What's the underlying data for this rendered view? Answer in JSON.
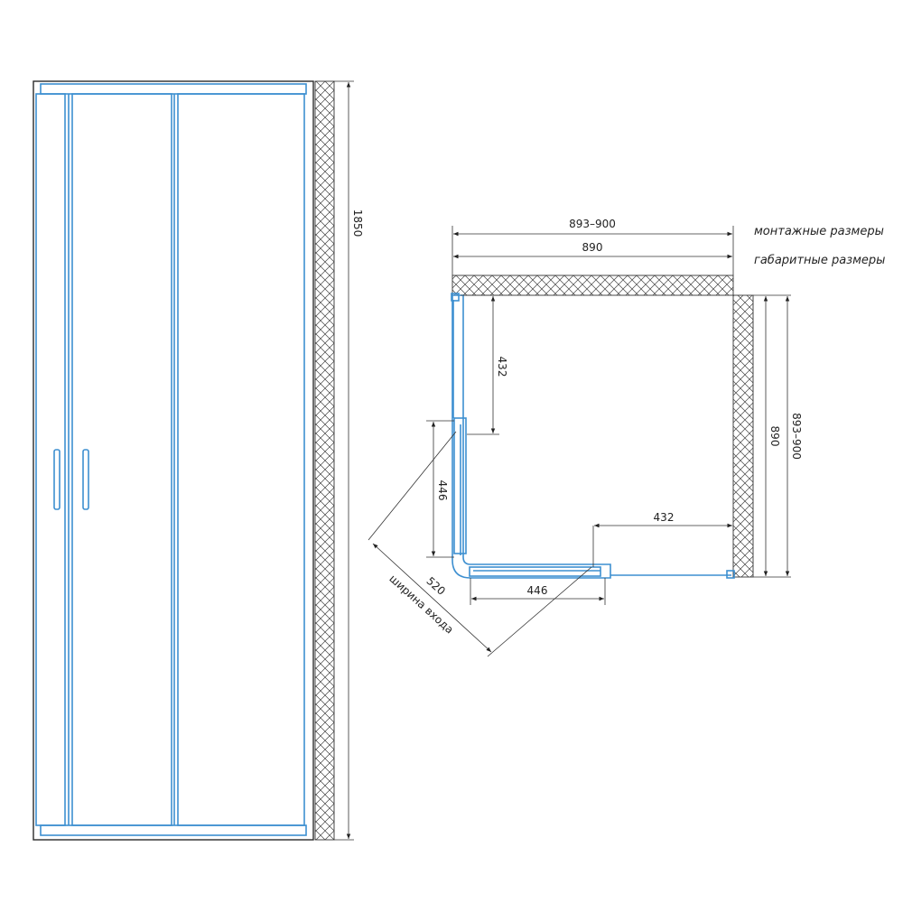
{
  "front_view": {
    "height_label": "1850"
  },
  "plan_view": {
    "top_dims": {
      "mounting": "893–900",
      "overall": "890"
    },
    "right_dims": {
      "mounting": "893–900",
      "overall": "890"
    },
    "door_dims": {
      "left_upper": "432",
      "left_lower": "446",
      "bottom_left": "446",
      "bottom_right": "432"
    },
    "diagonal": {
      "value": "520",
      "caption": "ширина входа"
    }
  },
  "legend": {
    "mounting": "монтажные размеры",
    "overall": "габаритные размеры"
  }
}
